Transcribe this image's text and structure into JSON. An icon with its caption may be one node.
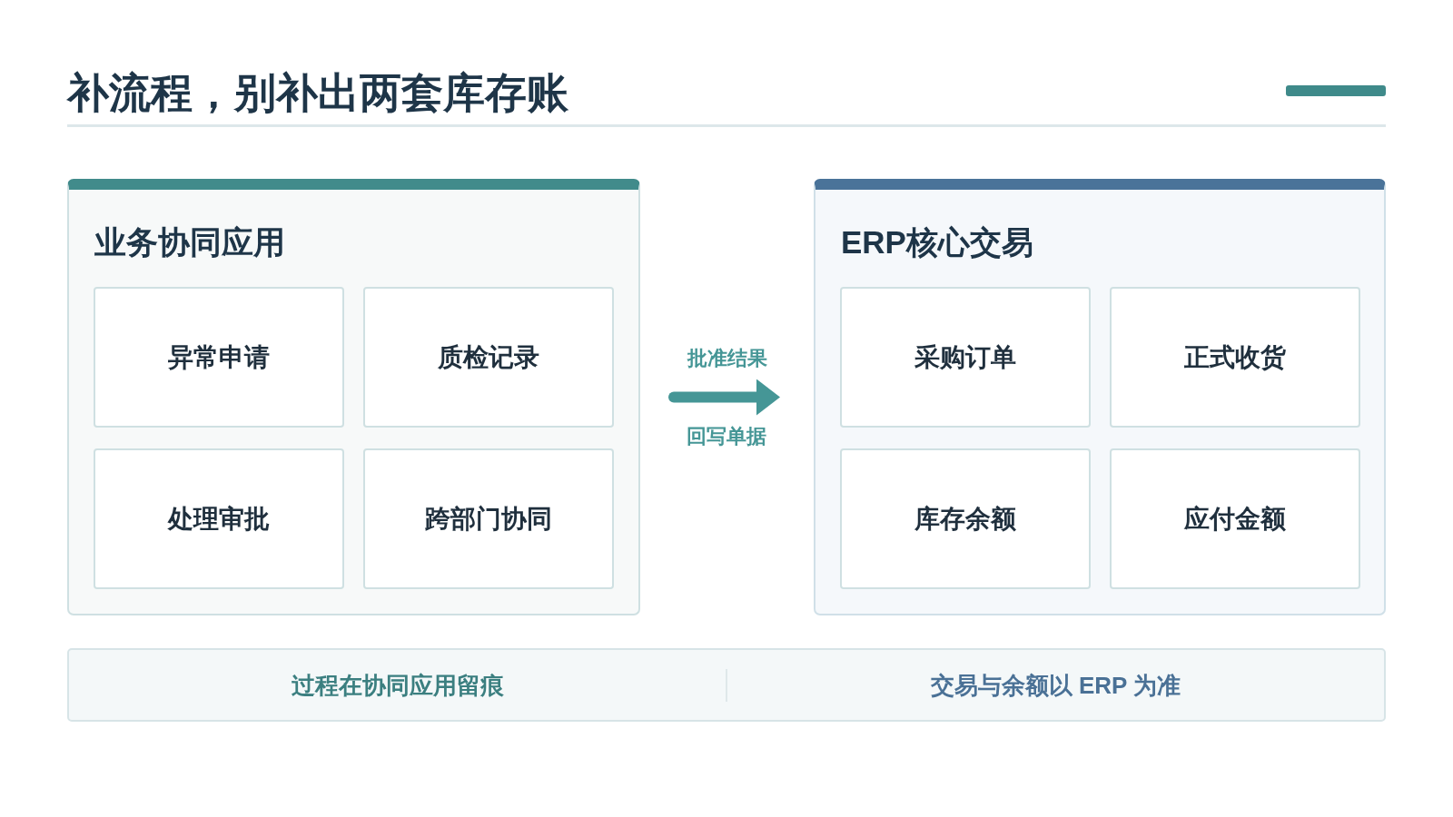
{
  "diagram": {
    "title": "补流程，别补出两套库存账",
    "nodes": [
      {
        "text": [
          "业务协同应用"
        ]
      },
      {
        "text": [
          "异常申请"
        ],
        "in": 0
      },
      {
        "text": [
          "质检记录"
        ],
        "in": 0
      },
      {
        "text": [
          "处理审批"
        ],
        "in": 0
      },
      {
        "text": [
          "跨部门协同"
        ],
        "in": 0
      },
      {
        "text": [
          "ERP核心交易"
        ]
      },
      {
        "text": [
          "采购订单"
        ],
        "in": 5
      },
      {
        "text": [
          "正式收货"
        ],
        "in": 5
      },
      {
        "text": [
          "库存余额"
        ],
        "in": 5
      },
      {
        "text": [
          "应付金额"
        ],
        "in": 5
      },
      {
        "text": [
          "过程在协同应用留痕",
          "交易与余额以 ERP 为准"
        ]
      }
    ],
    "edges": [
      {
        "from": 0,
        "to": 5,
        "arrow": "to",
        "label": "批准结果"
      }
    ],
    "labels": [
      "回写单据"
    ]
  }
}
